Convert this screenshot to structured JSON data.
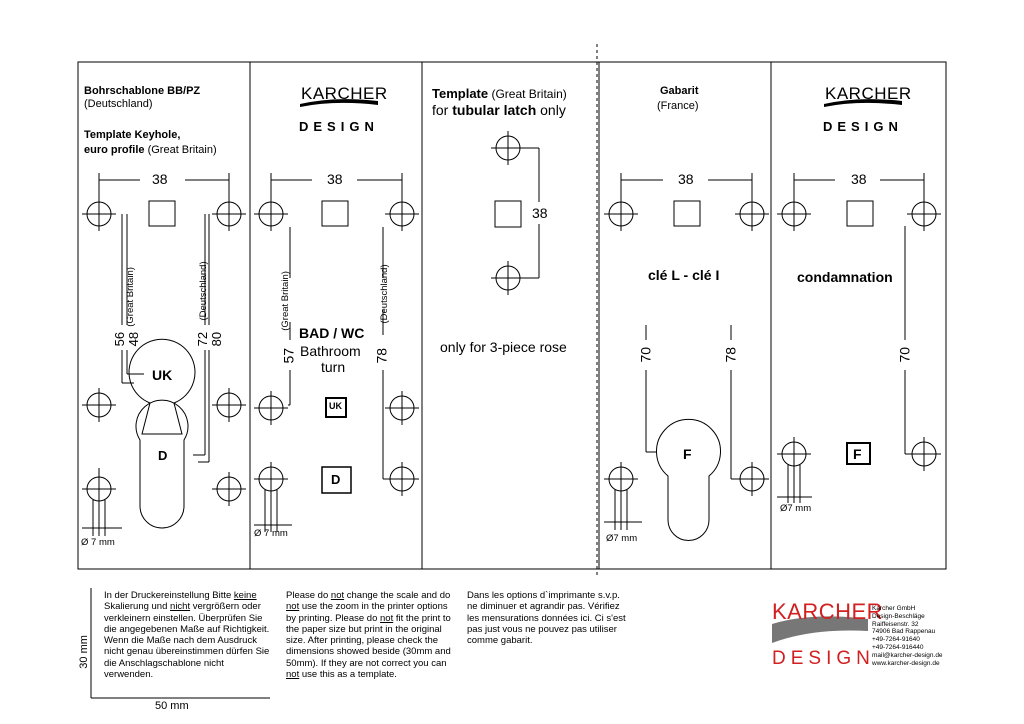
{
  "panel1": {
    "title_bold": "Bohrschablone  BB/PZ",
    "title_sub": "(Deutschland)",
    "keyhole_line1": "Template Keyhole,",
    "keyhole_line2_bold": "euro profile",
    "keyhole_line2_rest": " (Great Britain)",
    "dim_38": "38",
    "dim_56": "56",
    "dim_48": "48",
    "label_gb": "(Great Britain)",
    "dim_72": "72",
    "dim_80": "80",
    "label_de": "(Deutschland)",
    "label_uk": "UK",
    "label_d": "D",
    "diameter": "Ø 7 mm"
  },
  "panel2": {
    "logo_top": "KARCHER",
    "logo_bottom": "DESIGN",
    "dim_38": "38",
    "label_gb": "(Great Britain)",
    "dim_57": "57",
    "bad_wc": "BAD / WC",
    "bathroom": "Bathroom",
    "turn": "turn",
    "dim_78": "78",
    "label_de": "(Deutschland)",
    "box_uk": "UK",
    "box_d": "D",
    "diameter": "Ø 7 mm"
  },
  "panel3": {
    "title_bold": "Template",
    "title_rest": " (Great Britain)",
    "line2_pre": "for ",
    "line2_bold": "tubular latch",
    "line2_post": " only",
    "dim_38": "38",
    "rose_note": "only for 3-piece rose"
  },
  "panel4": {
    "title_bold": "Gabarit",
    "title_sub": "(France)",
    "dim_38": "38",
    "cle": "clé L - clé I",
    "dim_70": "70",
    "dim_78": "78",
    "label_f": "F",
    "diameter": "Ø7 mm"
  },
  "panel5": {
    "logo_top": "KARCHER",
    "logo_bottom": "DESIGN",
    "dim_38": "38",
    "condamnation": "condamnation",
    "dim_70": "70",
    "box_f": "F",
    "diameter": "Ø7 mm"
  },
  "footer": {
    "dim_30": "30 mm",
    "dim_50": "50 mm",
    "de_text": [
      {
        "t": "In der Druckereinstellung Bitte "
      },
      {
        "t": "keine",
        "u": true
      },
      {
        "t": " Skalierung und "
      },
      {
        "t": "nicht",
        "u": true
      },
      {
        "t": " vergrößern oder verkleinern einstellen. Überprüfen Sie die angegebenen Maße auf Richtigkeit. Wenn die Maße nach dem Ausdruck nicht genau übereinstimmen dürfen Sie die Anschlagschablone nicht verwenden."
      }
    ],
    "en_text": [
      {
        "t": "Please do "
      },
      {
        "t": "not",
        "u": true
      },
      {
        "t": " change the scale and do "
      },
      {
        "t": "not",
        "u": true
      },
      {
        "t": " use the zoom in the printer options by printing. Please do "
      },
      {
        "t": "not",
        "u": true
      },
      {
        "t": " fit the print to the paper size but print in the original size. After printing, please check the dimensions showed beside (30mm and 50mm). If they are not correct you can "
      },
      {
        "t": "not",
        "u": true
      },
      {
        "t": " use this as a template."
      }
    ],
    "fr_text": [
      {
        "t": "Dans les options d`imprimante s.v.p.  ne diminuer et agrandir pas. Vérifiez les mensurations données ici. Ci s'est pas just vous ne pouvez pas utiliser comme gabarit."
      }
    ],
    "logo_top": "KARCHER",
    "logo_bottom": "DESIGN",
    "contact": [
      "Karcher GmbH",
      "Design-Beschläge",
      "Raiffeisenstr. 32",
      "74906 Bad Rappenau",
      "+49-7264-91640",
      "+49-7264-916440",
      "mail@karcher-design.de",
      "www.karcher-design.de"
    ]
  },
  "colors": {
    "ink": "#000000",
    "brand_red": "#d21f1f",
    "brush_grey": "#777777"
  }
}
